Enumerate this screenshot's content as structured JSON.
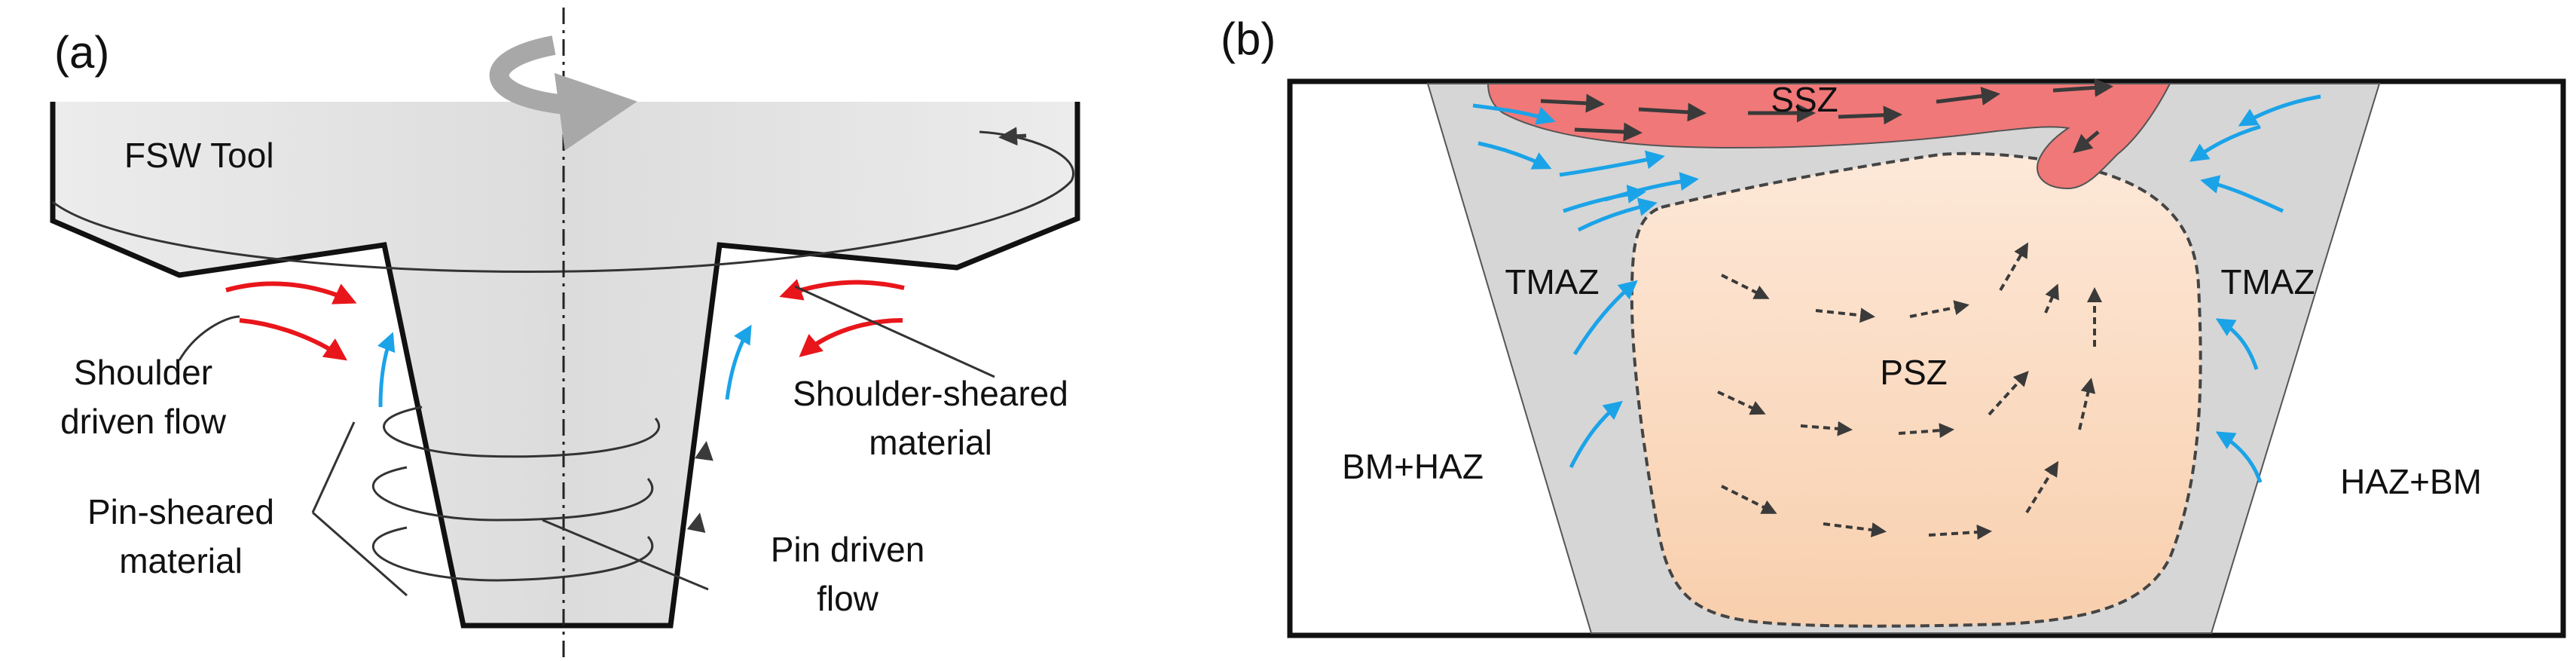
{
  "panel_a": {
    "panel_label": "(a)",
    "tool_label": "FSW Tool",
    "shoulder_flow_label": [
      "Shoulder",
      "driven flow"
    ],
    "shoulder_sheared_label": [
      "Shoulder-sheared",
      "material"
    ],
    "pin_sheared_label": [
      "Pin-sheared",
      "material"
    ],
    "pin_flow_label": [
      "Pin driven",
      "flow"
    ]
  },
  "panel_b": {
    "panel_label": "(b)",
    "zones": {
      "ssz": "SSZ",
      "psz": "PSZ",
      "tmaz_left": "TMAZ",
      "tmaz_right": "TMAZ",
      "bm_haz": "BM+HAZ",
      "haz_bm": "HAZ+BM"
    }
  },
  "colors": {
    "red_flow": "#e8161b",
    "blue_flow": "#1ba3e8",
    "dark_flow": "#3a3a3a",
    "tool_fill": "#e4e4e4",
    "tmaz_fill": "#d6d6d6",
    "ssz_fill": "#f07878",
    "psz_fill": "#fbdcc4"
  }
}
